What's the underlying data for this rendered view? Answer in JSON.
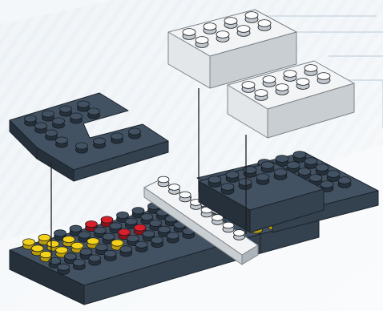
{
  "scene": {
    "kind": "building-instruction-step",
    "background": "blueprint-panel",
    "colors": {
      "background_light": "#eef3f7",
      "background_stripe": "#dbe5ee",
      "dark_brick": "#34414f",
      "dark_brick_side": "#25303b",
      "dark_brick_top": "#435262",
      "white_brick": "#f2f4f5",
      "white_brick_side": "#c9ced2",
      "stud_yellow": "#f4d21a",
      "stud_red": "#d8202b",
      "guide_line": "#1e1e1e"
    },
    "parts": [
      {
        "name": "dark-baseplate",
        "color": "dark",
        "studs": "6x14"
      },
      {
        "name": "dark-l-plate",
        "color": "dark",
        "shape": "L"
      },
      {
        "name": "dark-upper-plate",
        "color": "dark",
        "studs": "4x8"
      },
      {
        "name": "dark-brick-2x4",
        "color": "dark",
        "studs": "2x4"
      },
      {
        "name": "white-tile-strip",
        "color": "white",
        "studs": "1x8"
      },
      {
        "name": "white-brick-2x4-top",
        "color": "white",
        "studs": "2x4"
      },
      {
        "name": "white-brick-2x4-lower",
        "color": "white",
        "studs": "2x4"
      }
    ],
    "markers": {
      "yellow_count": 13,
      "red_count": 4
    }
  }
}
